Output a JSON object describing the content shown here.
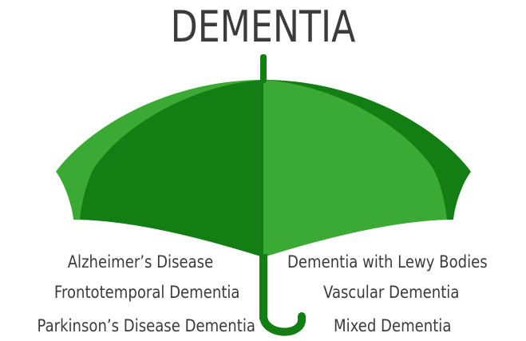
{
  "title": "DEMENTIA",
  "colors": {
    "dark_green": "#137e13",
    "light_green": "#3aaa35",
    "text": "#3b3b3b"
  },
  "left_types": [
    "Alzheimer’s Disease",
    "Frontotemporal Dementia",
    "Parkinson’s Disease Dementia"
  ],
  "right_types": [
    "Dementia with Lewy Bodies",
    "Vascular Dementia",
    "Mixed Dementia"
  ]
}
